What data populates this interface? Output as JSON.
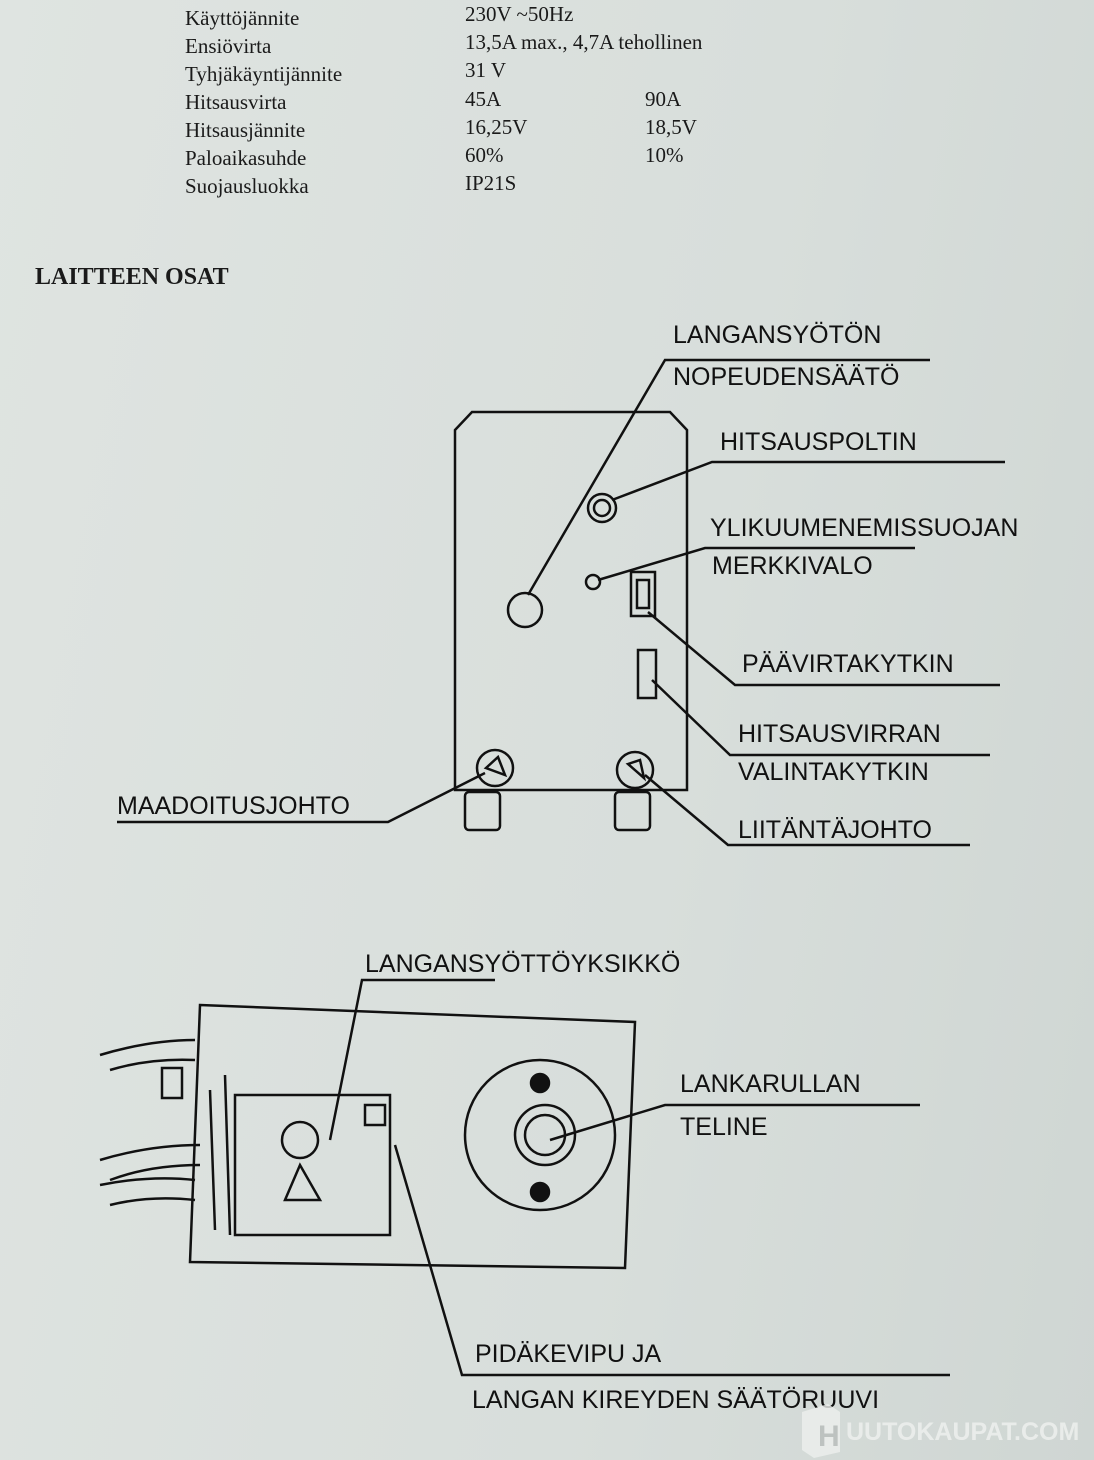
{
  "specs": [
    {
      "label": "Käyttöjännite",
      "value": "230V ~50Hz",
      "value2": ""
    },
    {
      "label": "Ensiövirta",
      "value": "13,5A max., 4,7A tehollinen",
      "value2": ""
    },
    {
      "label": "Tyhjäkäyntijännite",
      "value": "31 V",
      "value2": ""
    },
    {
      "label": "Hitsausvirta",
      "value": "45A",
      "value2": "90A"
    },
    {
      "label": "Hitsausjännite",
      "value": "16,25V",
      "value2": "18,5V"
    },
    {
      "label": "Paloaikasuhde",
      "value": "60%",
      "value2": "10%"
    },
    {
      "label": "Suojausluokka",
      "value": "IP21S",
      "value2": ""
    }
  ],
  "heading": "LAITTEEN OSAT",
  "front_labels": {
    "wire_speed_1": "LANGANSYÖTÖN",
    "wire_speed_2": "NOPEUDENSÄÄTÖ",
    "torch": "HITSAUSPOLTIN",
    "overheat_1": "YLIKUUMENEMISSUOJAN",
    "overheat_2": "MERKKIVALO",
    "main_switch": "PÄÄVIRTAKYTKIN",
    "current_1": "HITSAUSVIRRAN",
    "current_2": "VALINTAKYTKIN",
    "ground": "MAADOITUSJOHTO",
    "power_cord": "LIITÄNTÄJOHTO"
  },
  "side_labels": {
    "feeder": "LANGANSYÖTTÖYKSIKKÖ",
    "spool_1": "LANKARULLAN",
    "spool_2": "TELINE",
    "lever_1": "PIDÄKEVIPU JA",
    "lever_2": "LANGAN KIREYDEN SÄÄTÖRUUVI"
  },
  "watermark": "UUTOKAUPAT.COM"
}
